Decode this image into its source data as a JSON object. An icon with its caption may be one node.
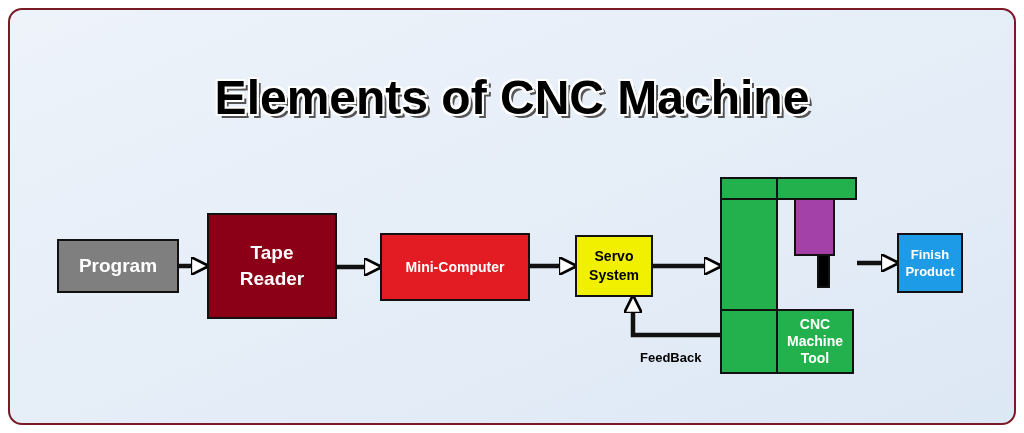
{
  "diagram": {
    "title": "Elements of CNC Machine",
    "nodes": [
      {
        "text": [
          "Program"
        ]
      },
      {
        "text": [
          "Tape Reader"
        ]
      },
      {
        "text": [
          "Mini-Computer"
        ]
      },
      {
        "text": [
          "Servo System"
        ]
      },
      {
        "text": [
          "CNC Machine Tool"
        ]
      },
      {
        "text": [
          "Finish Product"
        ]
      }
    ],
    "edges": [
      {
        "from": 0,
        "to": 1,
        "arrow": "to"
      },
      {
        "from": 1,
        "to": 2,
        "arrow": "to"
      },
      {
        "from": 2,
        "to": 3,
        "arrow": "to"
      },
      {
        "from": 3,
        "to": 4,
        "arrow": "to"
      },
      {
        "from": 4,
        "to": 5,
        "arrow": "to"
      },
      {
        "from": 4,
        "to": 3,
        "arrow": "to",
        "label": "FeedBack"
      }
    ]
  }
}
